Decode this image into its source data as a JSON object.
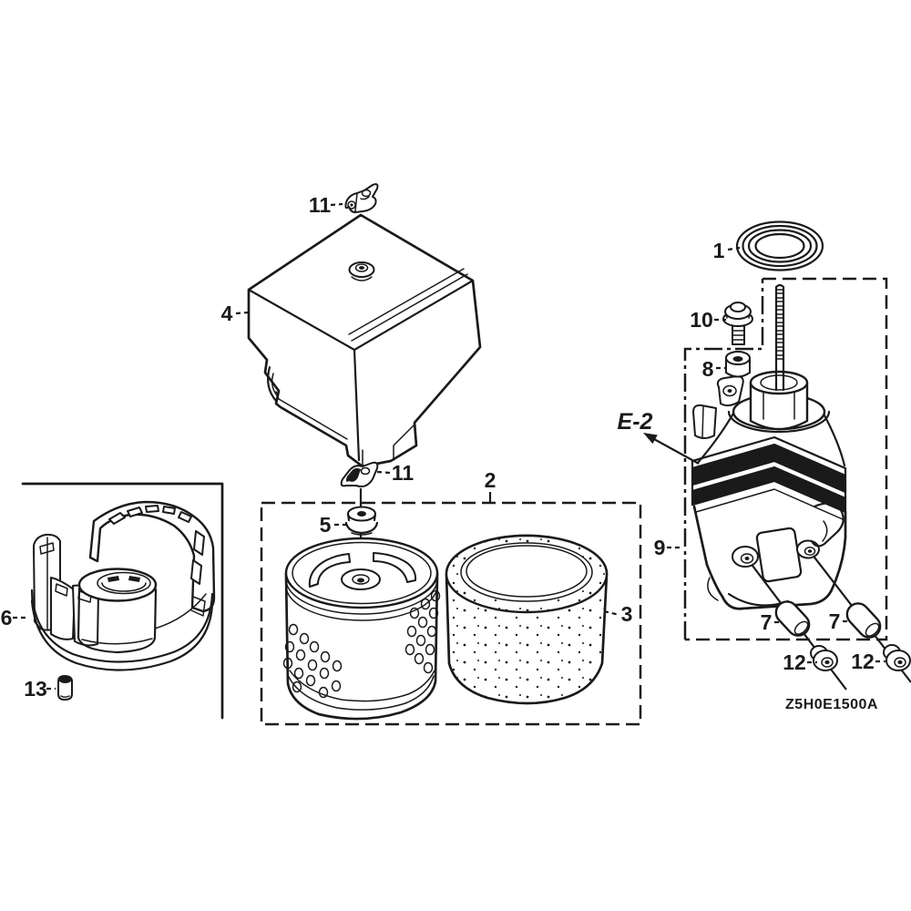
{
  "page": {
    "background": "#ffffff",
    "line_color": "#1a1a1a"
  },
  "diagram": {
    "code": "Z5H0E1500A",
    "reference_label": "E-2",
    "callouts": {
      "p1": "1",
      "p2": "2",
      "p3": "3",
      "p4": "4",
      "p5": "5",
      "p6": "6",
      "p7": "7",
      "p8": "8",
      "p9": "9",
      "p10": "10",
      "p11": "11",
      "p12": "12",
      "p13": "13"
    }
  }
}
